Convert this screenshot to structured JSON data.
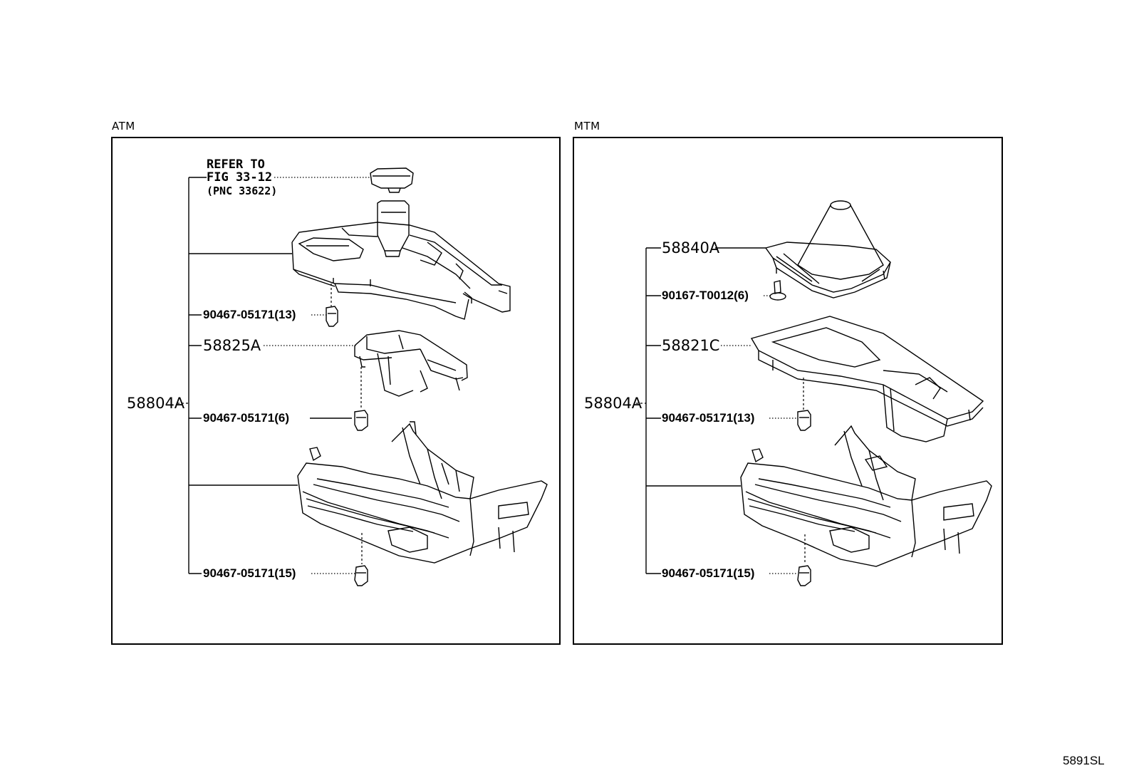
{
  "atm": {
    "section_label": "ATM",
    "refer": {
      "line1": "REFER TO",
      "line2": "FIG 33-12",
      "line3": "(PNC 33622)"
    },
    "assembly": "58804A",
    "parts": {
      "clip_top": "90467-05171(13)",
      "box": "58825A",
      "clip_mid": "90467-05171(6)",
      "clip_bottom": "90467-05171(15)"
    }
  },
  "mtm": {
    "section_label": "MTM",
    "assembly": "58804A",
    "parts": {
      "boot": "58840A",
      "screw": "90167-T0012(6)",
      "panel": "58821C",
      "clip_mid": "90467-05171(13)",
      "clip_bottom": "90467-05171(15)"
    }
  },
  "figure_code": "5891SL"
}
